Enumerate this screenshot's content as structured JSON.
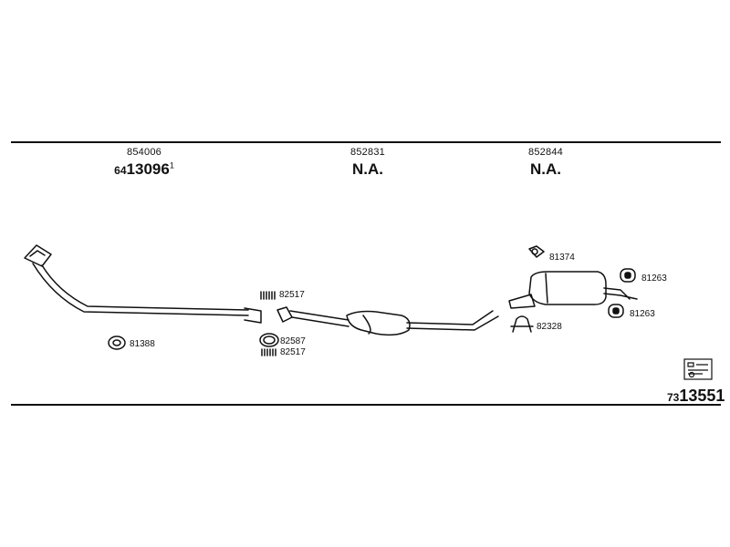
{
  "columns": [
    {
      "number": "854006",
      "code_prefix": "64",
      "code_main": "13096",
      "code_suffix": "1"
    },
    {
      "number": "852831",
      "code_main": "N.A."
    },
    {
      "number": "852844",
      "code_main": "N.A."
    }
  ],
  "callouts": {
    "ring_left": "81388",
    "spring_clamp_top": "82517",
    "gasket_ring": "82587",
    "spring_clamp_bottom": "82517",
    "hanger_top": "81374",
    "clamp_u": "82328",
    "rubber_mount_top": "81263",
    "rubber_mount_bottom": "81263"
  },
  "reference": {
    "prefix": "73",
    "main": "13551"
  },
  "icons": {
    "reference": "component-sheet-icon"
  }
}
